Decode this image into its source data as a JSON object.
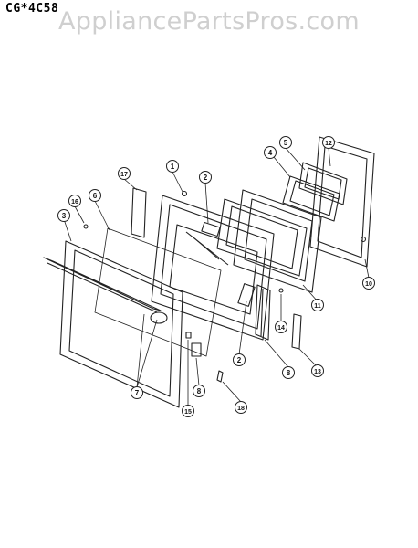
{
  "header": {
    "model_code": "CG*4C58",
    "watermark": "AppliancePartsPros.com"
  },
  "callouts": [
    {
      "id": "c1",
      "label": "1"
    },
    {
      "id": "c2a",
      "label": "2"
    },
    {
      "id": "c2b",
      "label": "2"
    },
    {
      "id": "c3",
      "label": "3"
    },
    {
      "id": "c4",
      "label": "4"
    },
    {
      "id": "c5",
      "label": "5"
    },
    {
      "id": "c6",
      "label": "6"
    },
    {
      "id": "c7",
      "label": "7"
    },
    {
      "id": "c8a",
      "label": "8"
    },
    {
      "id": "c8b",
      "label": "8"
    },
    {
      "id": "c10",
      "label": "10"
    },
    {
      "id": "c11",
      "label": "11"
    },
    {
      "id": "c12",
      "label": "12"
    },
    {
      "id": "c13",
      "label": "13"
    },
    {
      "id": "c14",
      "label": "14"
    },
    {
      "id": "c15",
      "label": "15"
    },
    {
      "id": "c16",
      "label": "16"
    },
    {
      "id": "c17",
      "label": "17"
    },
    {
      "id": "c18",
      "label": "18"
    }
  ]
}
